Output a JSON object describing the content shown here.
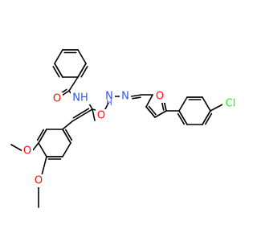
{
  "colors": {
    "background": "#ffffff",
    "bond": "#000000",
    "oxygen": "#ff0d0d",
    "nitrogen": "#3050f8",
    "chlorine": "#1ff01f"
  },
  "labels": {
    "o_amide": "O",
    "nh_amide": "NH",
    "o_hydrazide": "O",
    "nh_hydrazide": "N",
    "n_imine": "N",
    "o_furan": "O",
    "cl": "Cl",
    "o_methoxy_3": "O",
    "o_methoxy_4": "O"
  }
}
